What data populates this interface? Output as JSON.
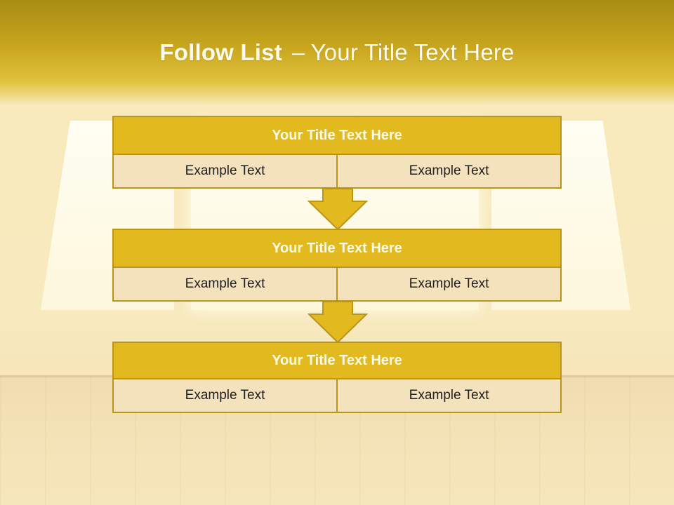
{
  "slide": {
    "title_bold": "Follow List",
    "title_dash": "–",
    "title_rest": "Your Title Text Here"
  },
  "steps": [
    {
      "title": "Your Title Text Here",
      "left": "Example Text",
      "right": "Example Text"
    },
    {
      "title": "Your Title Text Here",
      "left": "Example Text",
      "right": "Example Text"
    },
    {
      "title": "Your Title Text Here",
      "left": "Example Text",
      "right": "Example Text"
    }
  ],
  "colors": {
    "header_band": "#c9a61e",
    "block_title_fill": "#e2b91f",
    "block_border": "#b9951a",
    "cell_fill": "#f4e2bd",
    "arrow_fill": "#e2b91f"
  },
  "icons": {
    "connector": "down-arrow-icon"
  }
}
